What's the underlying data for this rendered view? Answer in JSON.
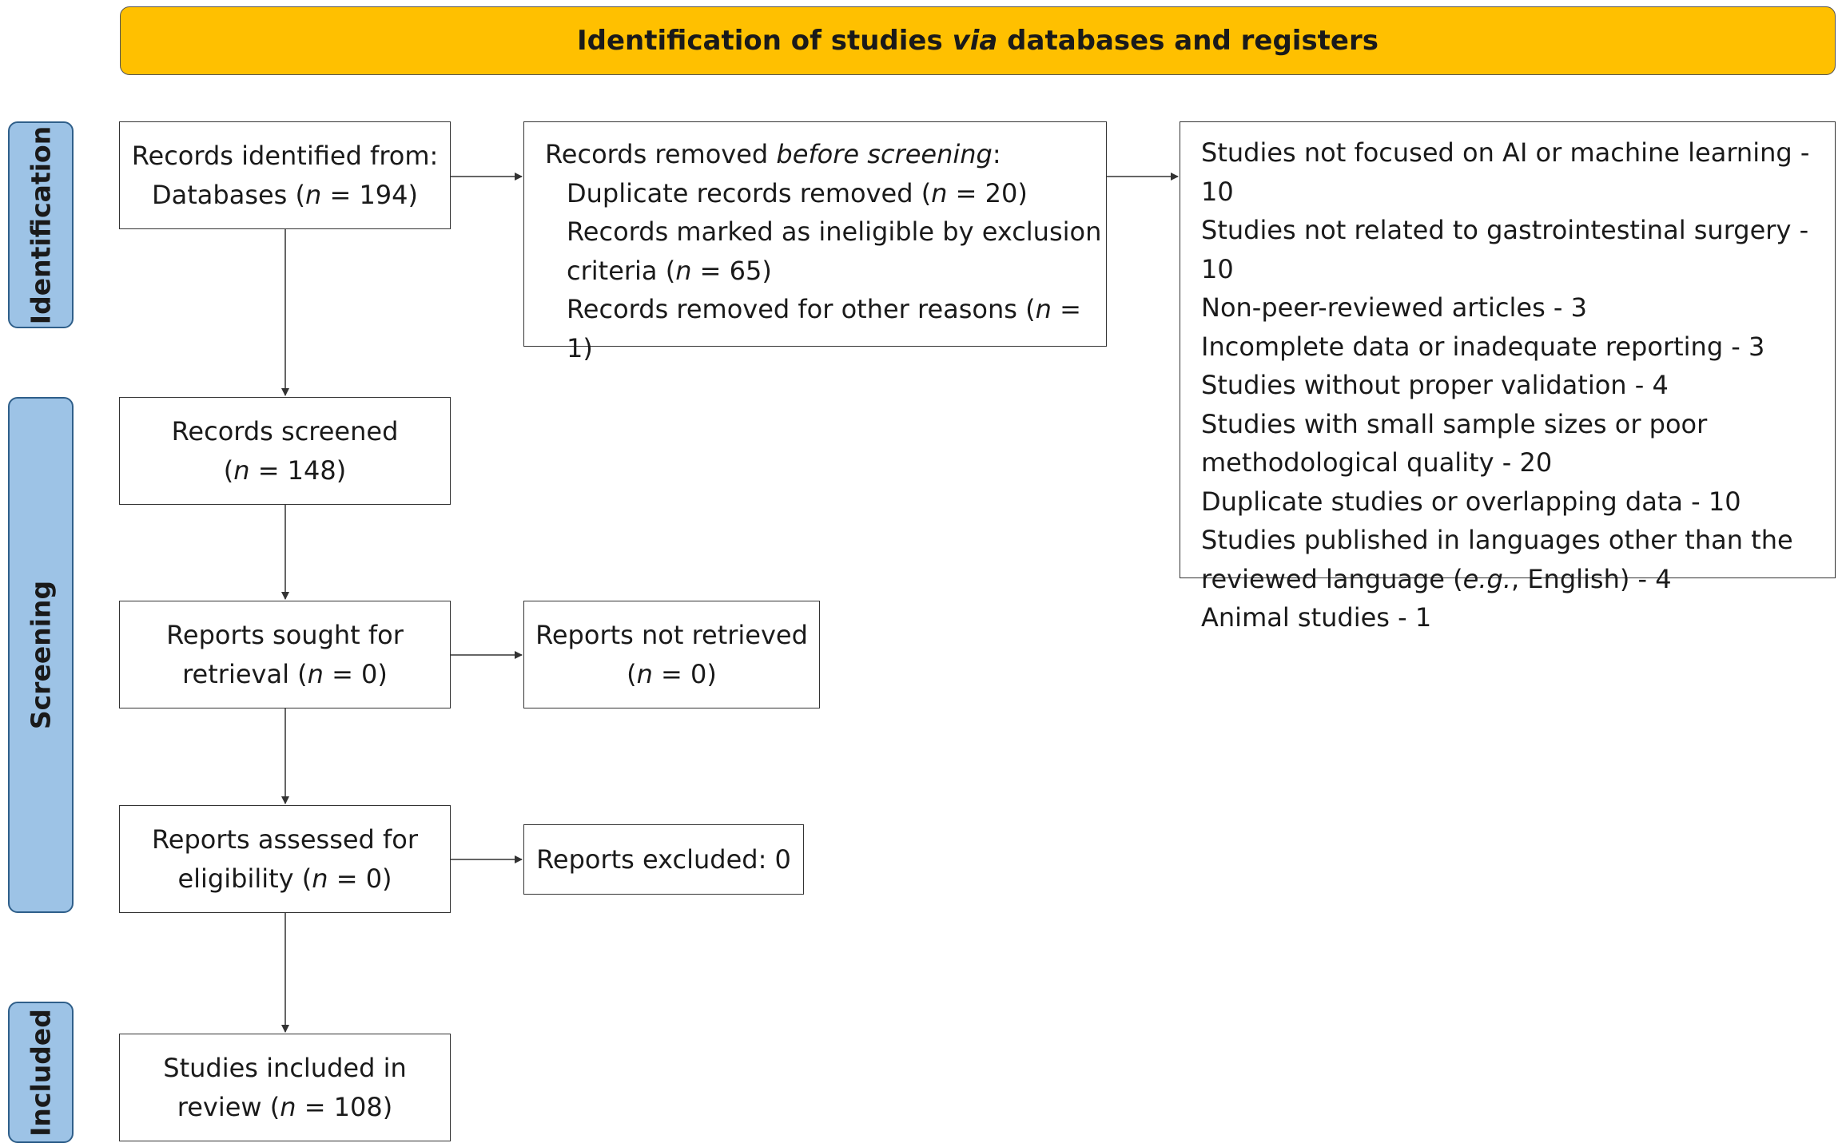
{
  "banner": {
    "prefix": "Identification of studies ",
    "italic": "via",
    "suffix": " databases and registers"
  },
  "phases": {
    "identification": "Identification",
    "screening": "Screening",
    "included": "Included"
  },
  "records_identified": {
    "line1": "Records identified from:",
    "line2_pre": "Databases (",
    "n_symbol": "n",
    "line2_post": " = 194)"
  },
  "records_removed": {
    "title_pre": "Records removed ",
    "title_italic": "before screening",
    "title_post": ":",
    "dup_pre": "Duplicate records removed (",
    "dup_n": "n",
    "dup_post": " = 20)",
    "inel_line1": "Records marked as ineligible by exclusion",
    "inel_pre": "criteria (",
    "inel_n": "n",
    "inel_post": " = 65)",
    "other_pre": "Records removed for other reasons (",
    "other_n": "n",
    "other_post": " = 1)"
  },
  "exclusion_reasons": {
    "r1": "Studies not focused on AI or machine learning - 10",
    "r2": "Studies not related to gastrointestinal surgery - 10",
    "r3": "Non-peer-reviewed articles - 3",
    "r4": "Incomplete data or inadequate reporting - 3",
    "r5": "Studies without proper validation - 4",
    "r6a": "Studies with small sample sizes or poor",
    "r6b": "methodological quality - 20",
    "r7": "Duplicate studies or overlapping data - 10",
    "r8a": "Studies published in languages other than the",
    "r8b_pre": "reviewed language (",
    "r8b_italic": "e.g.",
    "r8b_post": ", English) - 4",
    "r9": "Animal studies - 1"
  },
  "records_screened": {
    "line1": "Records screened",
    "pre": "(",
    "n": "n",
    "post": " = 148)"
  },
  "reports_sought": {
    "line1": "Reports sought for",
    "pre": "retrieval (",
    "n": "n",
    "post": " = 0)"
  },
  "reports_not_retrieved": {
    "line1": "Reports not retrieved",
    "pre": "(",
    "n": "n",
    "post": " = 0)"
  },
  "reports_assessed": {
    "line1": "Reports assessed for",
    "pre": "eligibility (",
    "n": "n",
    "post": " = 0)"
  },
  "reports_excluded": {
    "label": "Reports excluded: 0"
  },
  "studies_included": {
    "line1": "Studies included in",
    "pre": "review (",
    "n": "n",
    "post": " = 108)"
  }
}
